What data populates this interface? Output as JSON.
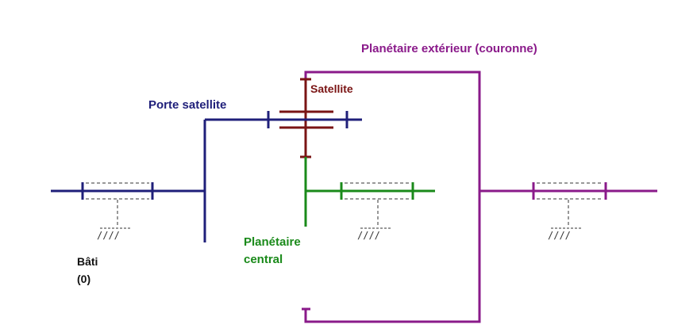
{
  "labels": {
    "planetaire_exterieur": "Planétaire extérieur (couronne)",
    "satellite": "Satellite",
    "porte_satellite": "Porte satellite",
    "planetaire_central_1": "Planétaire",
    "planetaire_central_2": "central",
    "bati_1": "Bâti",
    "bati_2": "(0)"
  },
  "ground_symbol": "////",
  "colors": {
    "porte_satellite": "#1f1f7a",
    "satellite": "#7a1414",
    "planetaire_central": "#1a8a1a",
    "couronne": "#8a1a8a",
    "bearing": "#222222",
    "background": "#ffffff"
  }
}
